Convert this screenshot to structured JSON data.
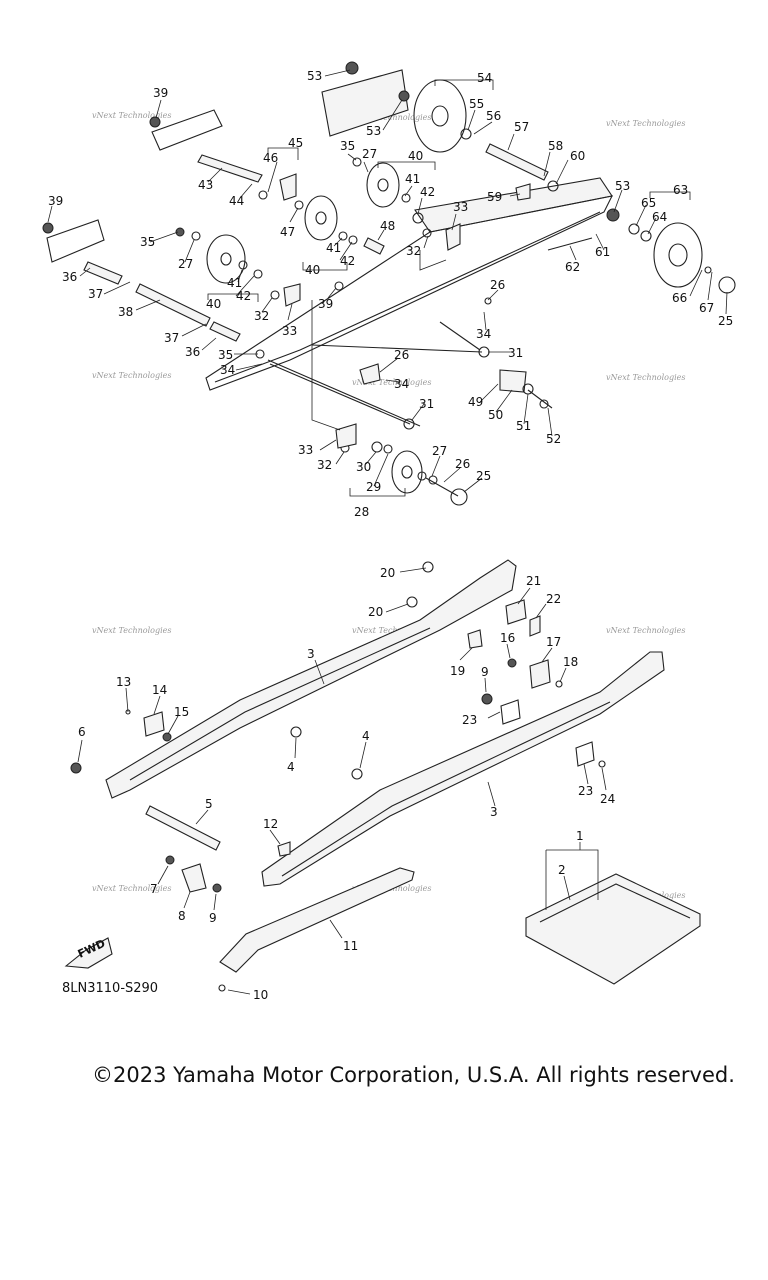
{
  "watermark": "vNext Technologies",
  "diagram_code": "8LN3110-S290",
  "fwd_label": "FWD",
  "copyright": "©2023 Yamaha Motor Corporation, U.S.A. All rights reserved.",
  "callouts": [
    "1",
    "2",
    "3",
    "4",
    "5",
    "6",
    "7",
    "8",
    "9",
    "10",
    "11",
    "12",
    "13",
    "14",
    "15",
    "16",
    "17",
    "18",
    "19",
    "20",
    "21",
    "22",
    "23",
    "24",
    "25",
    "26",
    "27",
    "28",
    "29",
    "30",
    "31",
    "32",
    "33",
    "34",
    "35",
    "36",
    "37",
    "38",
    "39",
    "40",
    "41",
    "42",
    "43",
    "44",
    "45",
    "46",
    "47",
    "48",
    "49",
    "50",
    "51",
    "52",
    "53",
    "54",
    "55",
    "56",
    "57",
    "58",
    "59",
    "60",
    "61",
    "62",
    "63",
    "64",
    "65",
    "66",
    "67"
  ]
}
